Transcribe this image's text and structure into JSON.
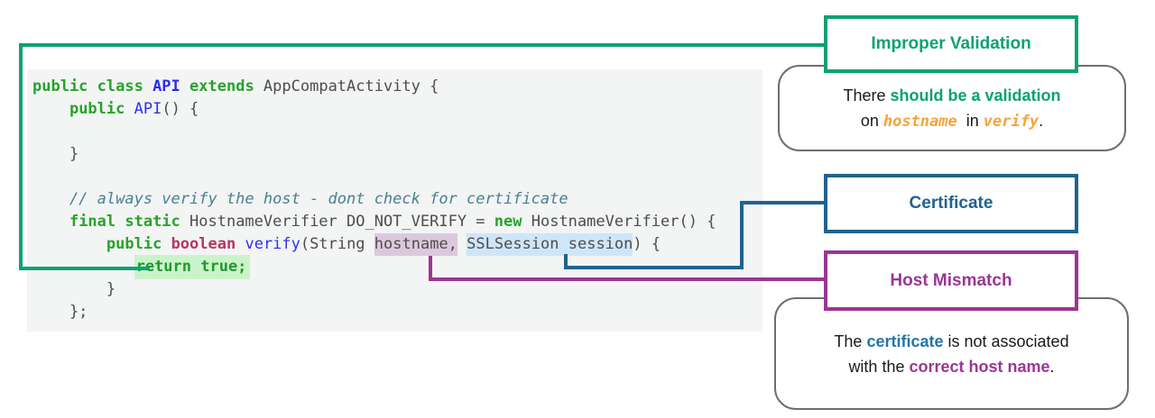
{
  "colors": {
    "improper_validation_green": "#0da175",
    "certificate_blue": "#20638f",
    "host_mismatch_purple": "#9b3694",
    "keyword_green": "#28a22b",
    "type_crimson": "#b53565",
    "identifier_blue": "#2f2fef",
    "comment_teal": "#4a808e",
    "code_plain_gray": "#4d4d4d",
    "hostname_highlight": "#dcc8dc",
    "session_highlight": "#cfe6f8",
    "return_highlight": "#c9f4c9",
    "note_orange": "#f5a43c",
    "code_background": "#f3f4f4",
    "bubble_border_gray": "#6e6e6e"
  },
  "code_block": {
    "lines": [
      [
        {
          "t": "public class ",
          "s": "kw"
        },
        {
          "t": "API",
          "s": "cls"
        },
        {
          "t": " ",
          "s": "pl"
        },
        {
          "t": "extends",
          "s": "kw"
        },
        {
          "t": " AppCompatActivity {",
          "s": "pl"
        }
      ],
      [
        {
          "t": "    ",
          "s": "pl"
        },
        {
          "t": "public",
          "s": "kw"
        },
        {
          "t": " ",
          "s": "pl"
        },
        {
          "t": "API",
          "s": "fn"
        },
        {
          "t": "() {",
          "s": "pl"
        }
      ],
      [],
      [
        {
          "t": "    }",
          "s": "pl"
        }
      ],
      [],
      [
        {
          "t": "    // always verify the host - dont check for certificate",
          "s": "cmt"
        }
      ],
      [
        {
          "t": "    ",
          "s": "pl"
        },
        {
          "t": "final static",
          "s": "kw"
        },
        {
          "t": " HostnameVerifier DO_NOT_VERIFY = ",
          "s": "pl"
        },
        {
          "t": "new",
          "s": "kw"
        },
        {
          "t": " HostnameVerifier() {",
          "s": "pl"
        }
      ],
      [
        {
          "t": "        ",
          "s": "pl"
        },
        {
          "t": "public",
          "s": "kw"
        },
        {
          "t": " ",
          "s": "pl"
        },
        {
          "t": "boolean",
          "s": "typ"
        },
        {
          "t": " ",
          "s": "pl"
        },
        {
          "t": "verify",
          "s": "fn"
        },
        {
          "t": "(String ",
          "s": "pl"
        },
        {
          "t": "hostname,",
          "s": "hlhost"
        },
        {
          "t": " ",
          "s": "pl"
        },
        {
          "t": "SSLSession session",
          "s": "hlsess"
        },
        {
          "t": ") {",
          "s": "pl"
        }
      ],
      [
        {
          "t": "           ",
          "s": "pl"
        },
        {
          "t": "return true;",
          "s": "hlret"
        }
      ],
      [
        {
          "t": "        }",
          "s": "pl"
        }
      ],
      [
        {
          "t": "    };",
          "s": "pl"
        }
      ]
    ]
  },
  "callouts": {
    "improper_validation": {
      "label": "Improper Validation"
    },
    "certificate": {
      "label": "Certificate"
    },
    "host_mismatch": {
      "label": "Host Mismatch"
    }
  },
  "notes": {
    "validation_note": {
      "lines": [
        [
          {
            "t": "There ",
            "s": "plain"
          },
          {
            "t": "should be a validation",
            "s": "green"
          }
        ],
        [
          {
            "t": "on ",
            "s": "plain"
          },
          {
            "t": "hostname",
            "s": "orange"
          },
          {
            "t": "  in ",
            "s": "plain"
          },
          {
            "t": "verify",
            "s": "orange"
          },
          {
            "t": ".",
            "s": "plain"
          }
        ]
      ]
    },
    "mismatch_note": {
      "lines": [
        [
          {
            "t": "The ",
            "s": "plain"
          },
          {
            "t": "certificate",
            "s": "blue"
          },
          {
            "t": " is not associated",
            "s": "plain"
          }
        ],
        [
          {
            "t": "with the ",
            "s": "plain"
          },
          {
            "t": "correct host name",
            "s": "purple"
          },
          {
            "t": ".",
            "s": "plain"
          }
        ]
      ]
    }
  }
}
